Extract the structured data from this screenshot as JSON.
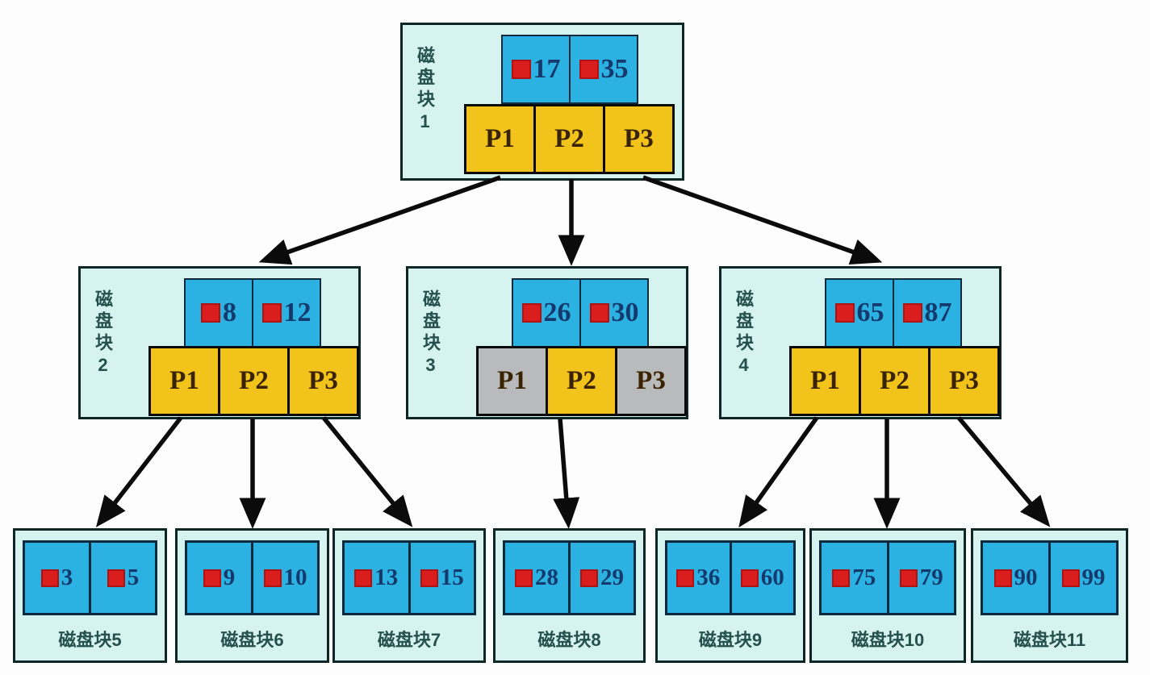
{
  "diagram_type": "b-tree-disk-block-index",
  "colors": {
    "node_background": "#d7f3ef",
    "key_cell": "#2bb2e2",
    "key_marker": "#da1d1d",
    "pointer_cell": "#f2c31b",
    "pointer_cell_disabled": "#b9babb",
    "number_text": "#143a6d",
    "pointer_text": "#3a2300",
    "label_text": "#24504e",
    "border": "#0e2626",
    "arrow": "#0b0b0b"
  },
  "nodes": {
    "internal": [
      {
        "label": "磁盘块1",
        "keys": [
          "17",
          "35"
        ],
        "pointers": [
          {
            "label": "P1",
            "enabled": true
          },
          {
            "label": "P2",
            "enabled": true
          },
          {
            "label": "P3",
            "enabled": true
          }
        ]
      },
      {
        "label": "磁盘块2",
        "keys": [
          "8",
          "12"
        ],
        "pointers": [
          {
            "label": "P1",
            "enabled": true
          },
          {
            "label": "P2",
            "enabled": true
          },
          {
            "label": "P3",
            "enabled": true
          }
        ]
      },
      {
        "label": "磁盘块3",
        "keys": [
          "26",
          "30"
        ],
        "pointers": [
          {
            "label": "P1",
            "enabled": false
          },
          {
            "label": "P2",
            "enabled": true
          },
          {
            "label": "P3",
            "enabled": false
          }
        ]
      },
      {
        "label": "磁盘块4",
        "keys": [
          "65",
          "87"
        ],
        "pointers": [
          {
            "label": "P1",
            "enabled": true
          },
          {
            "label": "P2",
            "enabled": true
          },
          {
            "label": "P3",
            "enabled": true
          }
        ]
      }
    ],
    "leaves": [
      {
        "label": "磁盘块5",
        "keys": [
          "3",
          "5"
        ]
      },
      {
        "label": "磁盘块6",
        "keys": [
          "9",
          "10"
        ]
      },
      {
        "label": "磁盘块7",
        "keys": [
          "13",
          "15"
        ]
      },
      {
        "label": "磁盘块8",
        "keys": [
          "28",
          "29"
        ]
      },
      {
        "label": "磁盘块9",
        "keys": [
          "36",
          "60"
        ]
      },
      {
        "label": "磁盘块10",
        "keys": [
          "75",
          "79"
        ]
      },
      {
        "label": "磁盘块11",
        "keys": [
          "90",
          "99"
        ]
      }
    ]
  }
}
